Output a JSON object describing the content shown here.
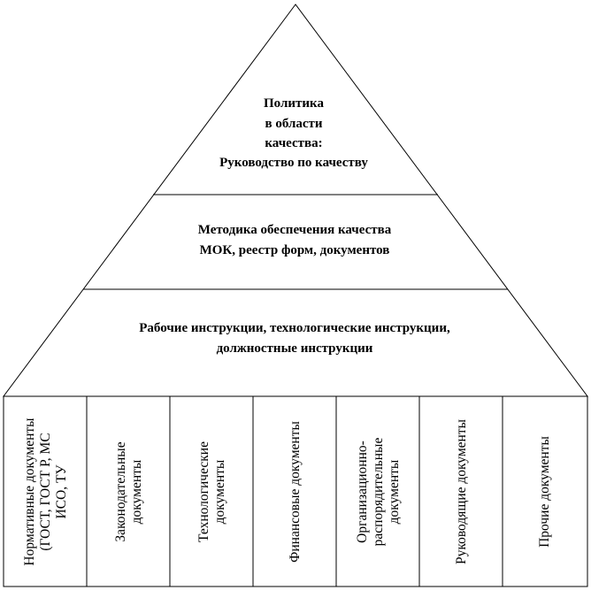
{
  "pyramid": {
    "tiers": [
      {
        "lines": [
          "Политика",
          "в области",
          "качества:",
          "Руководство по качеству"
        ]
      },
      {
        "lines": [
          "Методика обеспечения качества",
          "МОК, реестр форм, документов"
        ]
      },
      {
        "lines": [
          "Рабочие инструкции, технологические инструкции,",
          "должностные инструкции"
        ]
      }
    ]
  },
  "base": {
    "columns": [
      {
        "lines": [
          "Нормативные документы",
          "(ГОСТ, ГОСТ Р, МС",
          "ИСО, ТУ"
        ]
      },
      {
        "lines": [
          "Законодательные",
          "документы"
        ]
      },
      {
        "lines": [
          "Технологические",
          "документы"
        ]
      },
      {
        "lines": [
          "Финансовые документы"
        ]
      },
      {
        "lines": [
          "Организационно-",
          "распорядительные",
          "документы"
        ]
      },
      {
        "lines": [
          "Руководящие документы"
        ]
      },
      {
        "lines": [
          "Прочие документы"
        ]
      }
    ]
  }
}
